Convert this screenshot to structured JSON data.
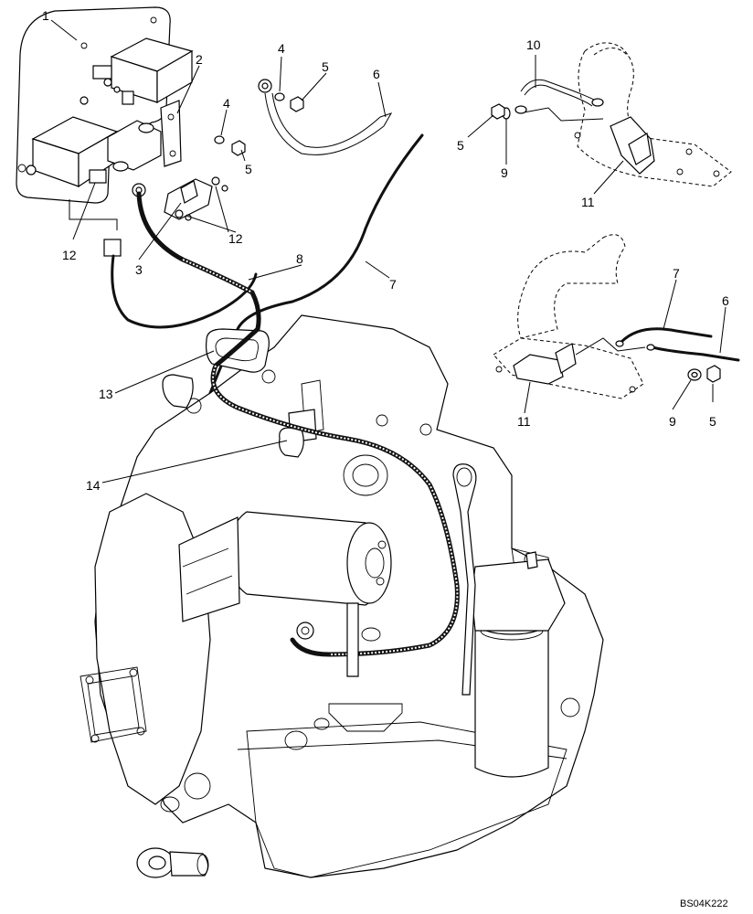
{
  "diagram": {
    "reference_code": "BS04K222",
    "callouts": [
      {
        "id": "c1",
        "label": "1"
      },
      {
        "id": "c2",
        "label": "2"
      },
      {
        "id": "c3",
        "label": "3"
      },
      {
        "id": "c4a",
        "label": "4"
      },
      {
        "id": "c4b",
        "label": "4"
      },
      {
        "id": "c5a",
        "label": "5"
      },
      {
        "id": "c5b",
        "label": "5"
      },
      {
        "id": "c5c",
        "label": "5"
      },
      {
        "id": "c5d",
        "label": "5"
      },
      {
        "id": "c6a",
        "label": "6"
      },
      {
        "id": "c6b",
        "label": "6"
      },
      {
        "id": "c7a",
        "label": "7"
      },
      {
        "id": "c7b",
        "label": "7"
      },
      {
        "id": "c8",
        "label": "8"
      },
      {
        "id": "c9a",
        "label": "9"
      },
      {
        "id": "c9b",
        "label": "9"
      },
      {
        "id": "c10",
        "label": "10"
      },
      {
        "id": "c11a",
        "label": "11"
      },
      {
        "id": "c11b",
        "label": "11"
      },
      {
        "id": "c12a",
        "label": "12"
      },
      {
        "id": "c12b",
        "label": "12"
      },
      {
        "id": "c13",
        "label": "13"
      },
      {
        "id": "c14",
        "label": "14"
      }
    ]
  }
}
